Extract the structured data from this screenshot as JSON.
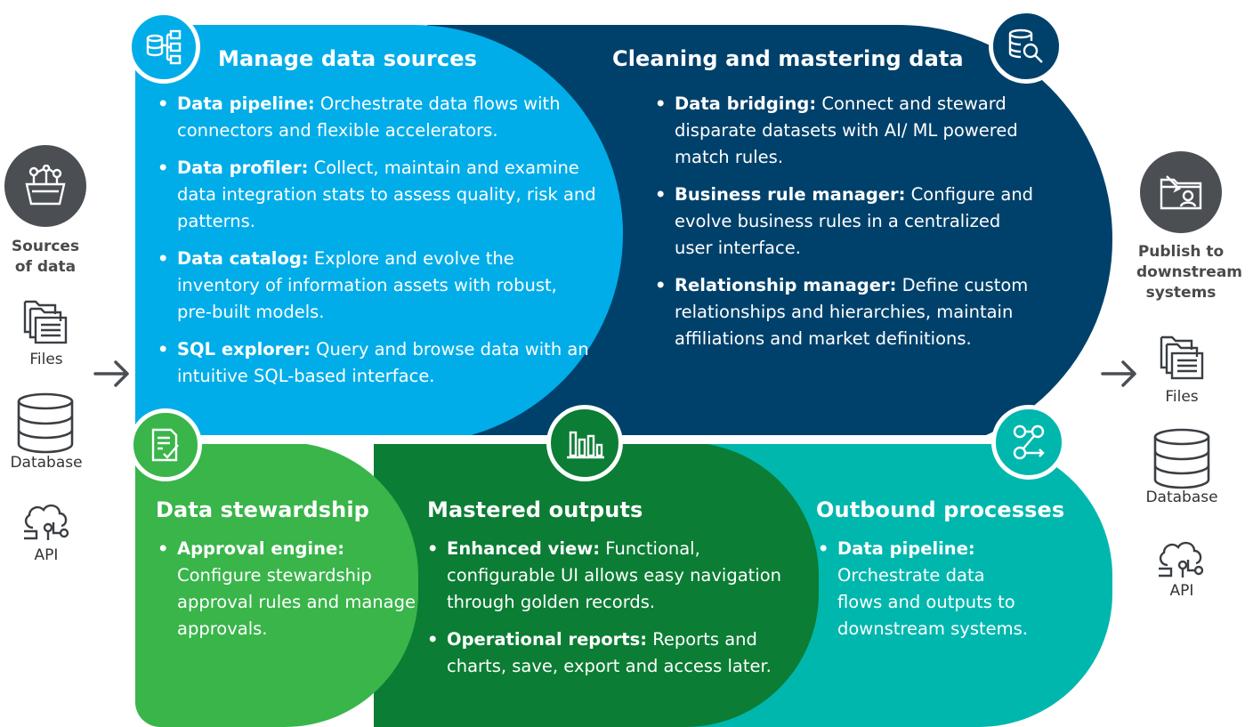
{
  "colors": {
    "light_blue": "#00ADE9",
    "dark_blue": "#00416B",
    "light_green": "#39B54A",
    "dark_green": "#0B7D34",
    "teal": "#00B7AE",
    "gray": "#4B4F54"
  },
  "left": {
    "icon": "basket-network-icon",
    "heading": "Sources of data",
    "items": [
      {
        "icon": "files-icon",
        "label": "Files"
      },
      {
        "icon": "database-icon",
        "label": "Database"
      },
      {
        "icon": "cloud-api-icon",
        "label": "API"
      }
    ],
    "arrow": "arrow-right-icon"
  },
  "right": {
    "icon": "publish-user-icon",
    "heading": "Publish to downstream systems",
    "items": [
      {
        "icon": "files-icon",
        "label": "Files"
      },
      {
        "icon": "database-icon",
        "label": "Database"
      },
      {
        "icon": "cloud-api-icon",
        "label": "API"
      }
    ],
    "arrow": "arrow-right-icon"
  },
  "panels": {
    "manage": {
      "title": "Manage data sources",
      "icon": "database-hierarchy-icon",
      "items": [
        {
          "term": "Data pipeline:",
          "desc": " Orchestrate data flows with connectors and flexible accelerators."
        },
        {
          "term": "Data profiler:",
          "desc": " Collect, maintain and examine data integration stats to assess quality, risk and patterns."
        },
        {
          "term": "Data catalog:",
          "desc": " Explore and evolve the inventory of information assets with robust, pre-built models."
        },
        {
          "term": "SQL explorer:",
          "desc": " Query and browse data with an intuitive SQL-based interface."
        }
      ]
    },
    "cleaning": {
      "title": "Cleaning and mastering data",
      "icon": "database-search-icon",
      "items": [
        {
          "term": "Data bridging:",
          "desc": " Connect and steward disparate datasets with AI/ ML powered match rules."
        },
        {
          "term": "Business rule manager:",
          "desc": " Configure and evolve business rules in a centralized user interface."
        },
        {
          "term": "Relationship manager:",
          "desc": " Define custom relationships and hierarchies, maintain affiliations and market definitions."
        }
      ]
    },
    "stewardship": {
      "title": "Data stewardship",
      "icon": "checklist-icon",
      "items": [
        {
          "term": "Approval engine:",
          "desc": " Configure stewardship approval rules and manage approvals."
        }
      ]
    },
    "mastered": {
      "title": "Mastered outputs",
      "icon": "bar-chart-icon",
      "items": [
        {
          "term": "Enhanced view:",
          "desc": " Functional, configurable UI allows easy navigation through golden records."
        },
        {
          "term": "Operational reports:",
          "desc": " Reports and charts, save, export and access later."
        }
      ]
    },
    "outbound": {
      "title": "Outbound processes",
      "icon": "flow-route-icon",
      "items": [
        {
          "term": "Data pipeline:",
          "desc": " Orchestrate data flows and outputs to downstream systems."
        }
      ]
    }
  }
}
